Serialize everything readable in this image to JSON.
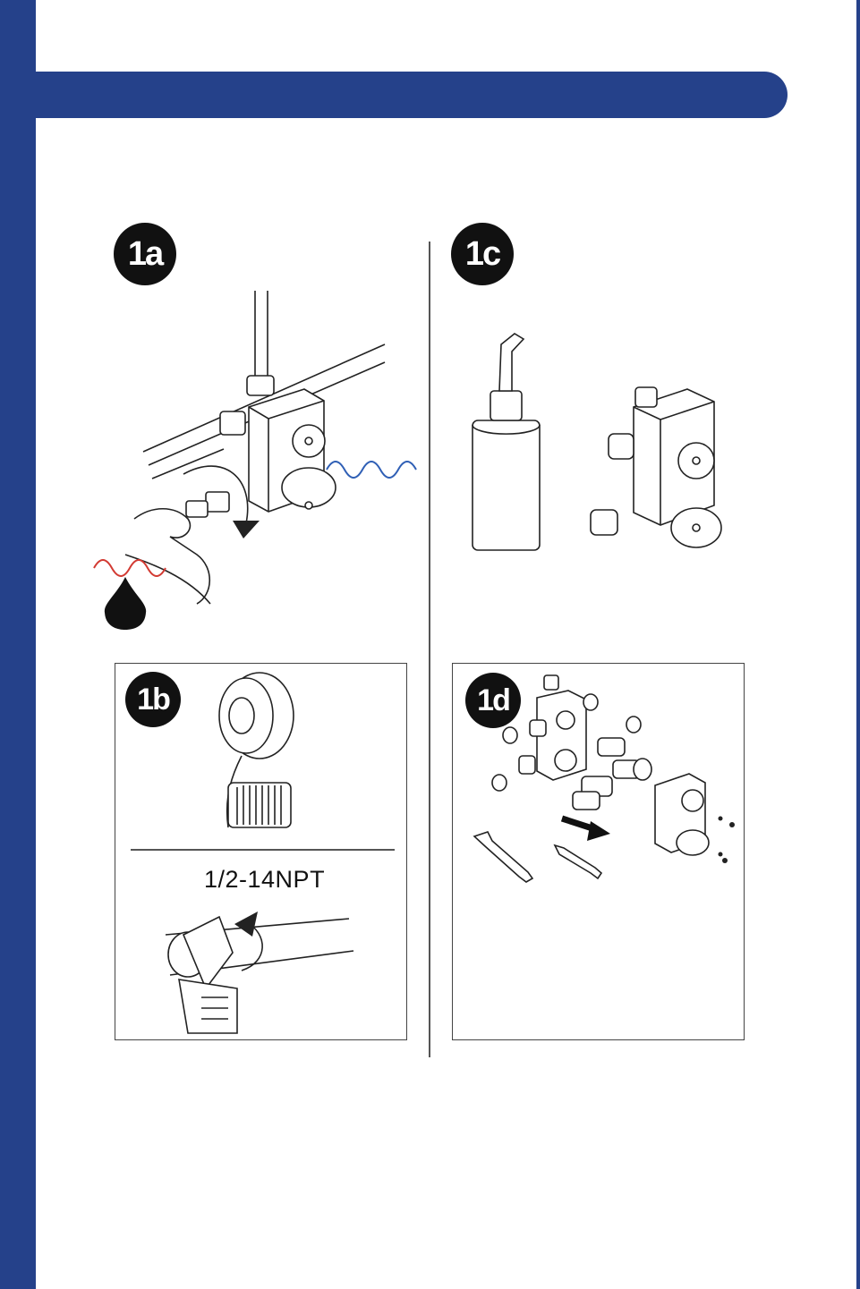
{
  "colors": {
    "brand_blue": "#25418a",
    "hot_red": "#d23a32",
    "cold_blue": "#2f5fb5"
  },
  "steps": {
    "s1a": {
      "label": "1a"
    },
    "s1b": {
      "label": "1b",
      "thread_label": "1/2-14NPT"
    },
    "s1c": {
      "label": "1c"
    },
    "s1d": {
      "label": "1d"
    }
  },
  "icons": [
    "water-drop-icon",
    "rotation-arrow-icon",
    "direction-arrow-icon",
    "wrench-icon",
    "screwdriver-icon"
  ]
}
